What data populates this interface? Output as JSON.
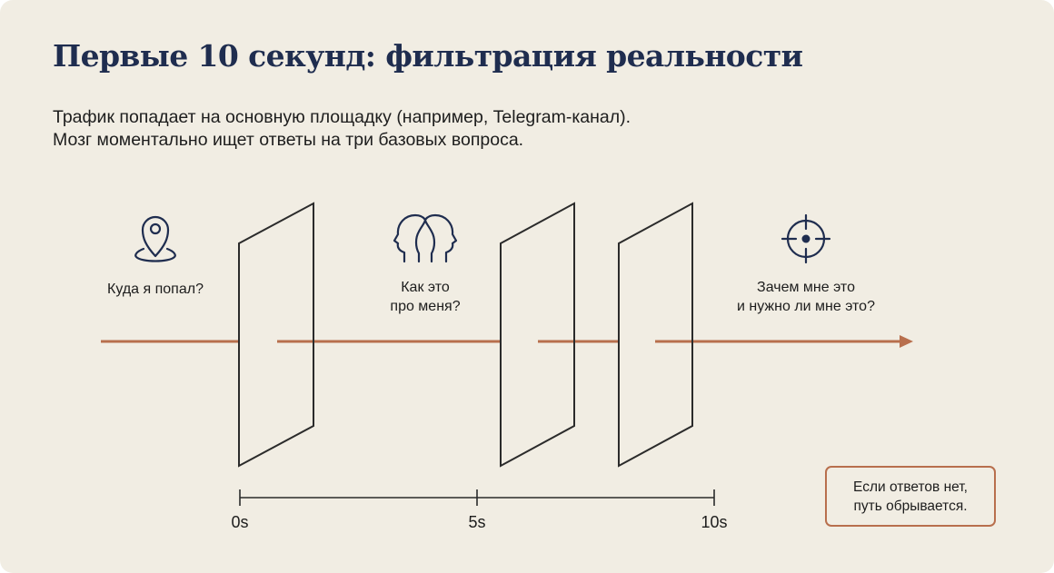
{
  "title": "Первые 10 секунд: фильтрация реальности",
  "subtitle": {
    "line1": "Трафик попадает на основную площадку (например, Telegram-канал).",
    "line2": "Мозг моментально ищет ответы на три базовых вопроса."
  },
  "questions": [
    {
      "icon": "map-pin-icon",
      "line1": "Куда я попал?",
      "line2": ""
    },
    {
      "icon": "two-heads-icon",
      "line1": "Как это",
      "line2": "про меня?"
    },
    {
      "icon": "target-crosshair-icon",
      "line1": "Зачем мне это",
      "line2": "и нужно ли мне это?"
    }
  ],
  "timeline": {
    "ticks": [
      "0s",
      "5s",
      "10s"
    ]
  },
  "note": {
    "line1": "Если ответов нет,",
    "line2": "путь обрывается."
  },
  "colors": {
    "background": "#f1ede3",
    "title": "#1f2d4f",
    "accent": "#b86f4d",
    "line": "#2b2b2b"
  }
}
